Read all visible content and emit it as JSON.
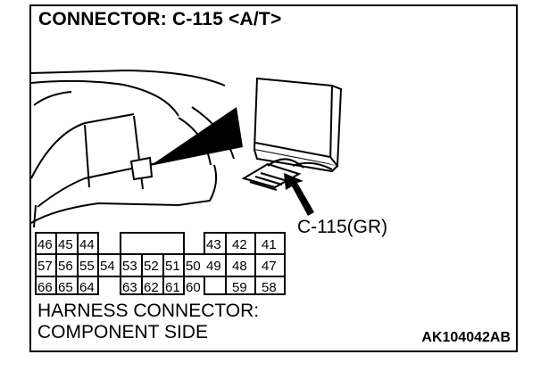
{
  "title": "CONNECTOR: C-115 <A/T>",
  "callout_label": "C-115(GR)",
  "caption_line1": "HARNESS CONNECTOR:",
  "caption_line2": "COMPONENT SIDE",
  "figure_code": "AK104042AB",
  "pins": {
    "left_row1": [
      "46",
      "45",
      "44"
    ],
    "left_row2": [
      "57",
      "56",
      "55",
      "54"
    ],
    "left_row3": [
      "66",
      "65",
      "64"
    ],
    "mid_row2": [
      "53",
      "52",
      "51",
      "50"
    ],
    "mid_row3": [
      "63",
      "62",
      "61",
      "60"
    ],
    "right_row1": [
      "43",
      "42",
      "41"
    ],
    "right_row2": [
      "49",
      "48",
      "47"
    ],
    "right_row3": [
      "59",
      "58"
    ]
  }
}
